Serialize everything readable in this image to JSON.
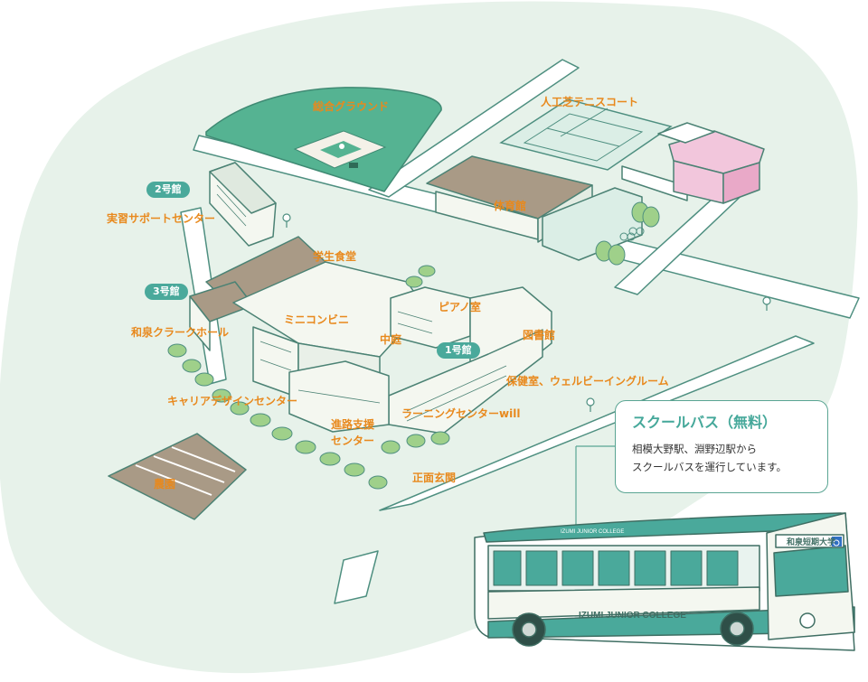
{
  "colors": {
    "background_blob": "#e7f2ea",
    "road": "#ffffff",
    "road_outline": "#4e8f80",
    "building_fill": "#f4f7f0",
    "building_outline": "#4b8274",
    "roof": "#a99a86",
    "field": "#55b392",
    "farm": "#a99a86",
    "label_orange": "#e8891d",
    "tag_teal": "#4aa99b",
    "bubble_title": "#45a89a",
    "pink_building": "#f2c6dc",
    "bus_teal": "#4aa99b"
  },
  "labels": {
    "ground": "総合グラウンド",
    "tennis": "人工芝テニスコート",
    "gym": "体育館",
    "support_center": "実習サポートセンター",
    "cafeteria": "学生食堂",
    "piano": "ピアノ室",
    "convenience": "ミニコンビニ",
    "courtyard": "中庭",
    "clark_hall": "和泉クラークホール",
    "library": "図書館",
    "health": "保健室、ウェルビーイングルーム",
    "career": "キャリアデザインセンター",
    "shinro_line1": "進路支援",
    "shinro_line2": "センター",
    "learning": "ラーニングセンターwill",
    "entrance": "正面玄関",
    "farm": "農園"
  },
  "tags": {
    "bldg2": "2号館",
    "bldg3": "3号館",
    "bldg1": "1号館"
  },
  "bus_info": {
    "title": "スクールバス（無料）",
    "line1": "相模大野駅、淵野辺駅から",
    "line2": "スクールバスを運行しています。",
    "side_text": "IZUMI JUNIOR COLLEGE",
    "front_sign": "和泉短期大学",
    "roof_text": "IZUMI JUNIOR COLLEGE"
  },
  "icons": [
    "location-pin-icon",
    "wheelchair-icon",
    "bicycle-icon",
    "tree-icon"
  ]
}
